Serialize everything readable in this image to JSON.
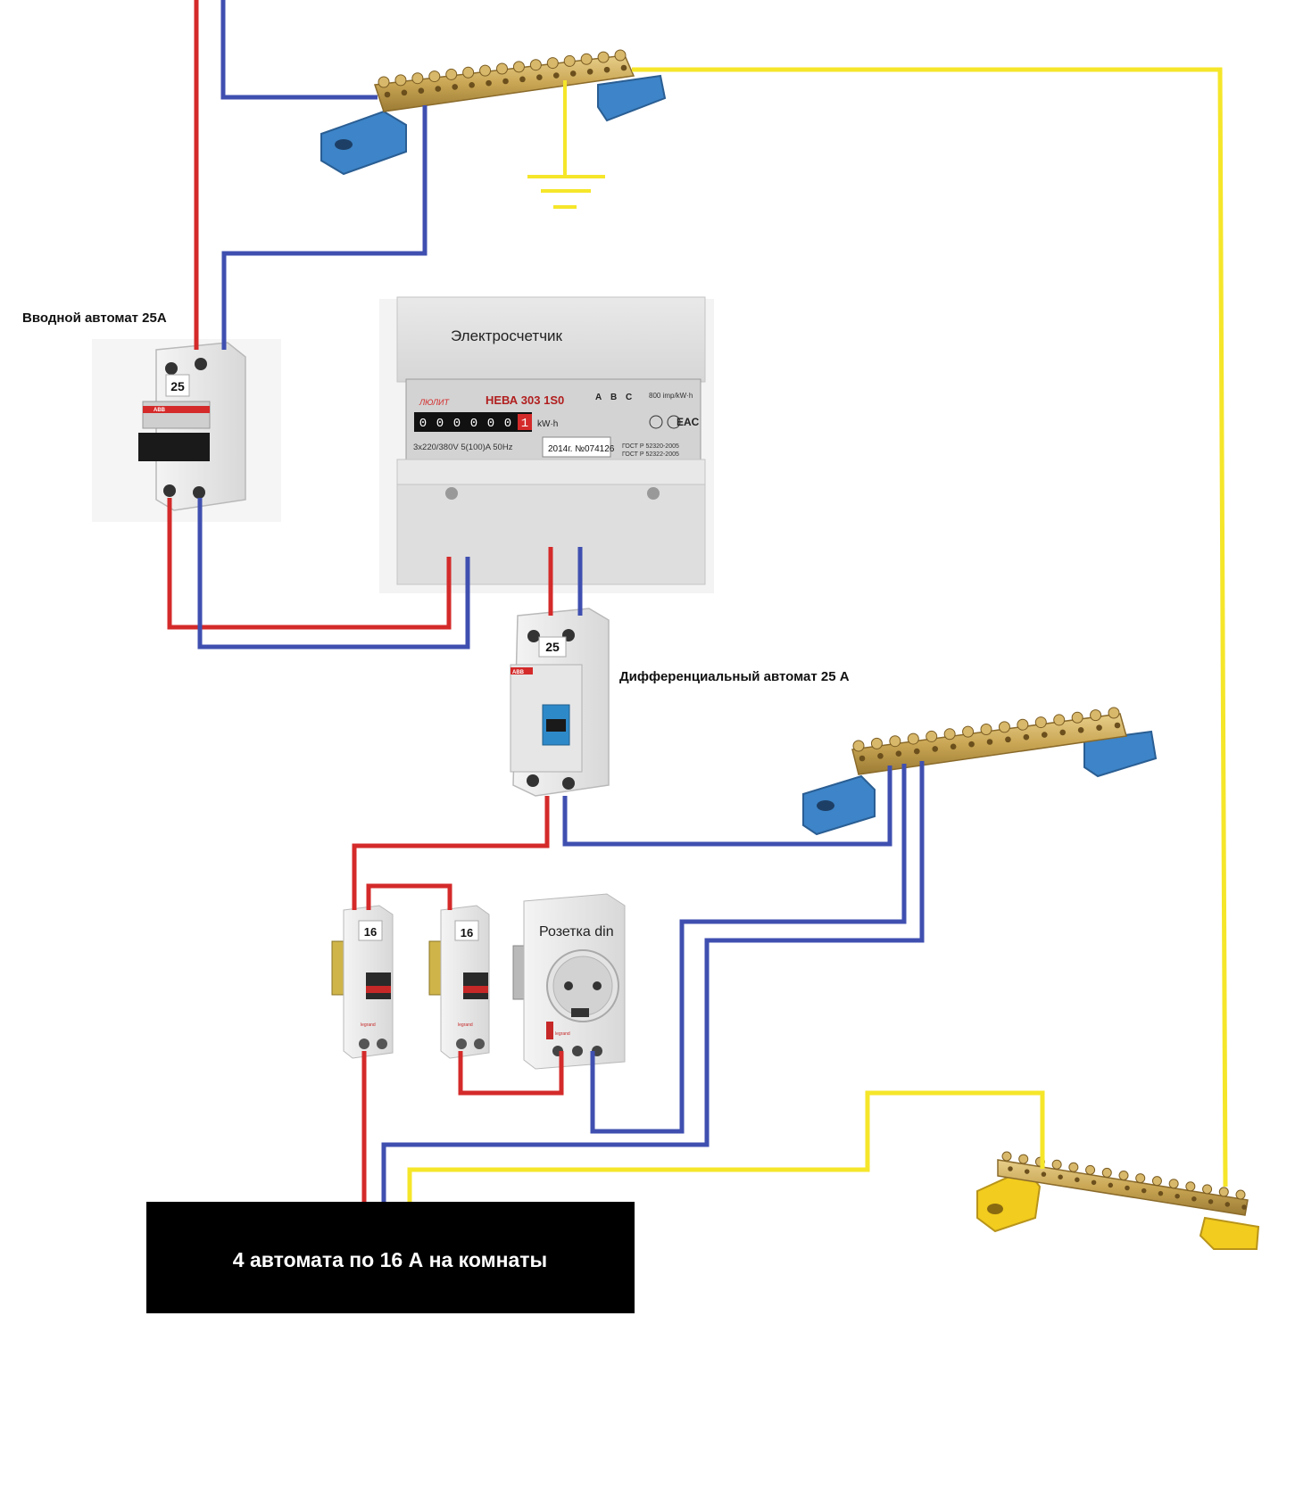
{
  "labels": {
    "input_breaker": "Вводной автомат 25А",
    "meter": "Электросчетчик",
    "rcd": "Дифференциальный автомат 25 А",
    "socket": "Розетка din",
    "rooms_box": "4 автомата по 16 А на комнаты"
  },
  "ratings": {
    "input_breaker": "25",
    "rcd": "25",
    "breaker_1": "16",
    "breaker_2": "16"
  },
  "meter_face": {
    "brand": "ЛЮЛИТ",
    "model": "НЕВА 303 1S0",
    "phases": [
      "A",
      "B",
      "C"
    ],
    "imp": "800 imp/kW·h",
    "digits": [
      "0",
      "0",
      "0",
      "0",
      "0",
      "0",
      "1"
    ],
    "unit": "kW·h",
    "rating": "3x220/380V  5(100)A  50Hz",
    "serial": "2014г. №074126",
    "gost1": "ГОСТ Р 52320-2005",
    "gost2": "ГОСТ Р 52322-2005",
    "eac": "EAC"
  },
  "brands": {
    "abb": "ABB",
    "legrand": "legrand"
  },
  "colors": {
    "phase": "#d42a2a",
    "neutral": "#3f4fb0",
    "earth": "#f5e62a",
    "brass": "#c9a654",
    "bus_blue": "#3d84c8",
    "bus_yellow": "#f2cc1e"
  }
}
